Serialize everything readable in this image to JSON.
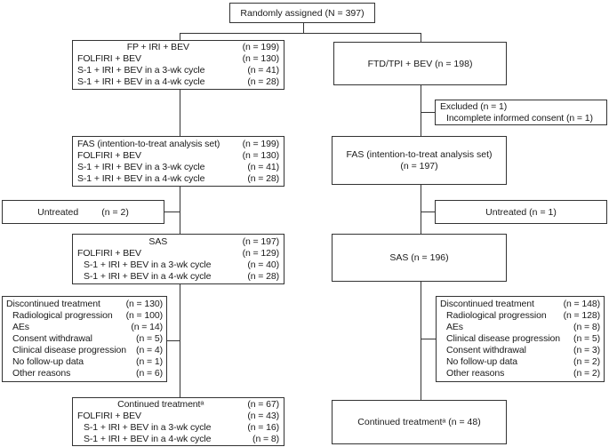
{
  "colors": {
    "border": "#333333",
    "text": "#1a1a1a",
    "background": "#ffffff"
  },
  "boxes": {
    "random": {
      "text": "Randomly assigned (N = 397)"
    },
    "left_arm": {
      "rows": [
        {
          "label": "FP + IRI + BEV",
          "value": "(n = 199)"
        },
        {
          "label": "FOLFIRI + BEV",
          "value": "(n = 130)"
        },
        {
          "label": "S-1 + IRI + BEV in a 3-wk cycle",
          "value": "(n = 41)"
        },
        {
          "label": "S-1 + IRI + BEV in a 4-wk cycle",
          "value": "(n = 28)"
        }
      ]
    },
    "right_arm": {
      "text": "FTD/TPI + BEV (n = 198)"
    },
    "excluded": {
      "rows": [
        {
          "label": "Excluded (n = 1)"
        },
        {
          "label": "Incomplete informed consent (n = 1)"
        }
      ]
    },
    "left_fas": {
      "rows": [
        {
          "label": "FAS (intention-to-treat analysis set)",
          "value": "(n = 199)"
        },
        {
          "label": "FOLFIRI + BEV",
          "value": "(n = 130)"
        },
        {
          "label": "S-1 + IRI + BEV in a 3-wk cycle",
          "value": "(n = 41)"
        },
        {
          "label": "S-1 + IRI + BEV in a 4-wk cycle",
          "value": "(n = 28)"
        }
      ]
    },
    "right_fas": {
      "line1": "FAS (intention-to-treat analysis set)",
      "line2": "(n = 197)"
    },
    "left_untreated": {
      "label": "Untreated",
      "value": "(n = 2)"
    },
    "right_untreated": {
      "text": "Untreated (n = 1)"
    },
    "left_sas": {
      "rows": [
        {
          "label": "SAS",
          "value": "(n = 197)"
        },
        {
          "label": "FOLFIRI + BEV",
          "value": "(n = 129)"
        },
        {
          "label": "S-1 + IRI + BEV in a 3-wk cycle",
          "value": "(n = 40)"
        },
        {
          "label": "S-1 + IRI + BEV in a 4-wk cycle",
          "value": "(n = 28)"
        }
      ]
    },
    "right_sas": {
      "text": "SAS (n = 196)"
    },
    "left_discontinued": {
      "rows": [
        {
          "label": "Discontinued treatment",
          "value": "(n = 130)"
        },
        {
          "label": "Radiological progression",
          "value": "(n = 100)"
        },
        {
          "label": "AEs",
          "value": "(n = 14)"
        },
        {
          "label": "Consent withdrawal",
          "value": "(n = 5)"
        },
        {
          "label": "Clinical disease progression",
          "value": "(n = 4)"
        },
        {
          "label": "No follow-up data",
          "value": "(n = 1)"
        },
        {
          "label": "Other reasons",
          "value": "(n = 6)"
        }
      ]
    },
    "right_discontinued": {
      "rows": [
        {
          "label": "Discontinued treatment",
          "value": "(n = 148)"
        },
        {
          "label": "Radiological progression",
          "value": "(n = 128)"
        },
        {
          "label": "AEs",
          "value": "(n = 8)"
        },
        {
          "label": "Clinical disease progression",
          "value": "(n = 5)"
        },
        {
          "label": "Consent withdrawal",
          "value": "(n = 3)"
        },
        {
          "label": "No follow-up data",
          "value": "(n = 2)"
        },
        {
          "label": "Other reasons",
          "value": "(n = 2)"
        }
      ]
    },
    "left_continued": {
      "rows": [
        {
          "label": "Continued treatmentᵃ",
          "value": "(n = 67)"
        },
        {
          "label": "FOLFIRI + BEV",
          "value": "(n = 43)"
        },
        {
          "label": "S-1 + IRI + BEV in a 3-wk cycle",
          "value": "(n = 16)"
        },
        {
          "label": "S-1 + IRI + BEV in a 4-wk cycle",
          "value": "(n = 8)"
        }
      ]
    },
    "right_continued": {
      "text": "Continued treatmentᵃ (n = 48)"
    }
  }
}
